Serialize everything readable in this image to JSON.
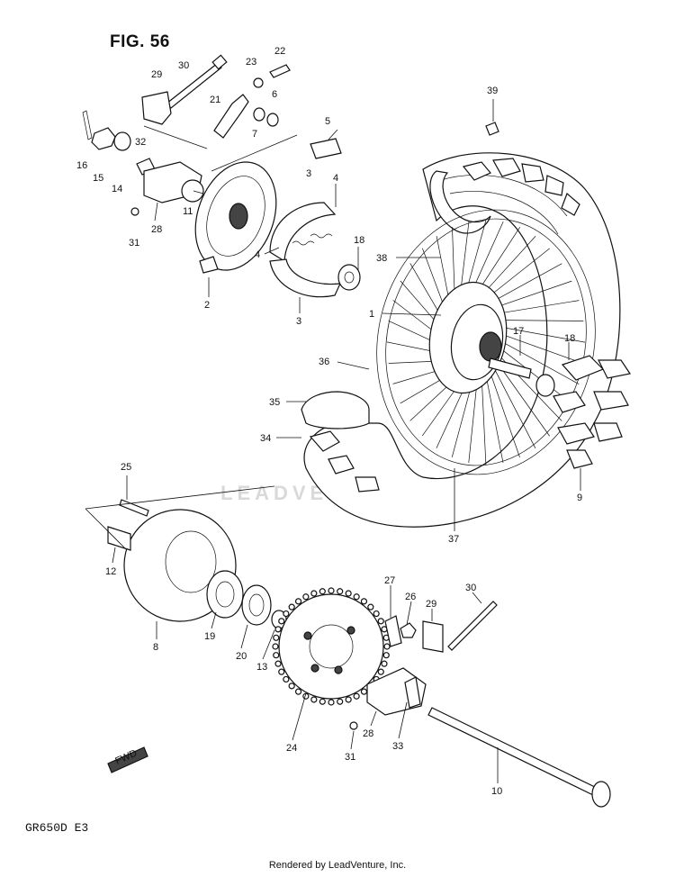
{
  "figure": {
    "title": "FIG. 56",
    "model": "GR650D E3"
  },
  "watermark": "LEADVENTURE",
  "footer": "Rendered by LeadVenture, Inc.",
  "fwd_label": "FWD",
  "callouts": [
    {
      "id": "c29a",
      "num": "29"
    },
    {
      "id": "c30a",
      "num": "30"
    },
    {
      "id": "c23",
      "num": "23"
    },
    {
      "id": "c22",
      "num": "22"
    },
    {
      "id": "c21",
      "num": "21"
    },
    {
      "id": "c6",
      "num": "6"
    },
    {
      "id": "c7",
      "num": "7"
    },
    {
      "id": "c5",
      "num": "5"
    },
    {
      "id": "c39",
      "num": "39"
    },
    {
      "id": "c16",
      "num": "16"
    },
    {
      "id": "c15",
      "num": "15"
    },
    {
      "id": "c14",
      "num": "14"
    },
    {
      "id": "c32",
      "num": "32"
    },
    {
      "id": "c11",
      "num": "11"
    },
    {
      "id": "c28a",
      "num": "28"
    },
    {
      "id": "c31a",
      "num": "31"
    },
    {
      "id": "c3a",
      "num": "3"
    },
    {
      "id": "c4a",
      "num": "4"
    },
    {
      "id": "c4b",
      "num": "4"
    },
    {
      "id": "c18a",
      "num": "18"
    },
    {
      "id": "c2",
      "num": "2"
    },
    {
      "id": "c3b",
      "num": "3"
    },
    {
      "id": "c38",
      "num": "38"
    },
    {
      "id": "c1",
      "num": "1"
    },
    {
      "id": "c17",
      "num": "17"
    },
    {
      "id": "c18b",
      "num": "18"
    },
    {
      "id": "c36",
      "num": "36"
    },
    {
      "id": "c35",
      "num": "35"
    },
    {
      "id": "c34",
      "num": "34"
    },
    {
      "id": "c9",
      "num": "9"
    },
    {
      "id": "c37",
      "num": "37"
    },
    {
      "id": "c25",
      "num": "25"
    },
    {
      "id": "c12",
      "num": "12"
    },
    {
      "id": "c8",
      "num": "8"
    },
    {
      "id": "c19",
      "num": "19"
    },
    {
      "id": "c20",
      "num": "20"
    },
    {
      "id": "c13",
      "num": "13"
    },
    {
      "id": "c24",
      "num": "24"
    },
    {
      "id": "c27",
      "num": "27"
    },
    {
      "id": "c26",
      "num": "26"
    },
    {
      "id": "c29b",
      "num": "29"
    },
    {
      "id": "c30b",
      "num": "30"
    },
    {
      "id": "c28b",
      "num": "28"
    },
    {
      "id": "c33",
      "num": "33"
    },
    {
      "id": "c31b",
      "num": "31"
    },
    {
      "id": "c10",
      "num": "10"
    }
  ]
}
